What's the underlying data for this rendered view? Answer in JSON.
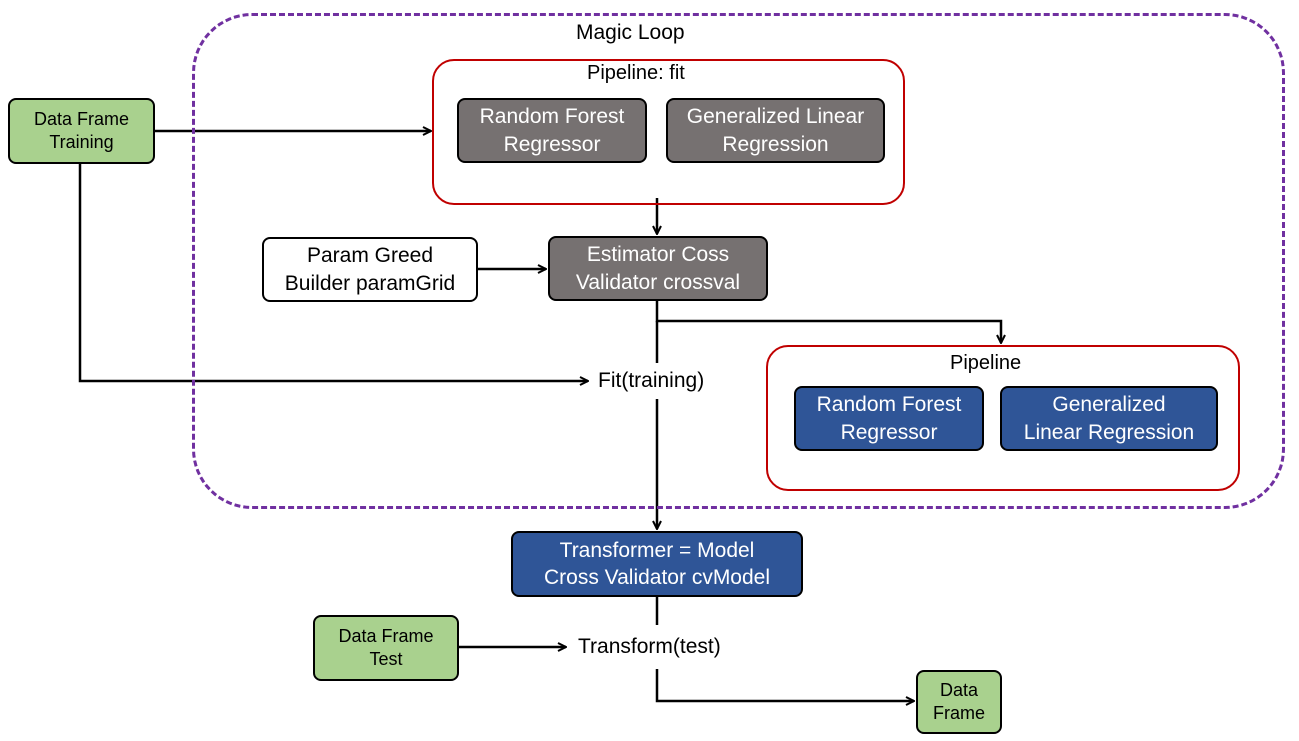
{
  "loop": {
    "title": "Magic Loop"
  },
  "pipeline_fit": {
    "title": "Pipeline: fit",
    "stages": [
      {
        "line1": "Random Forest",
        "line2": "Regressor"
      },
      {
        "line1": "Generalized Linear",
        "line2": "Regression"
      }
    ]
  },
  "pipeline": {
    "title": "Pipeline",
    "stages": [
      {
        "line1": "Random Forest",
        "line2": "Regressor"
      },
      {
        "line1": "Generalized",
        "line2": "Linear Regression"
      }
    ]
  },
  "training_df": {
    "line1": "Data Frame",
    "line2": "Training"
  },
  "param_grid": {
    "line1": "Param Greed",
    "line2": "Builder paramGrid"
  },
  "estimator": {
    "line1": "Estimator Coss",
    "line2": "Validator crossval"
  },
  "fit_label": "Fit(training)",
  "transformer": {
    "line1": "Transformer = Model",
    "line2": "Cross Validator cvModel"
  },
  "test_df": {
    "line1": "Data Frame",
    "line2": "Test"
  },
  "transform_label": "Transform(test)",
  "output_df": {
    "line1": "Data",
    "line2": "Frame"
  },
  "colors": {
    "data_frame": "#a9d18e",
    "pipeline_stage": "#767171",
    "model_stage": "#2f5597",
    "pipeline_border": "#c00000",
    "loop_border": "#7030a0"
  }
}
